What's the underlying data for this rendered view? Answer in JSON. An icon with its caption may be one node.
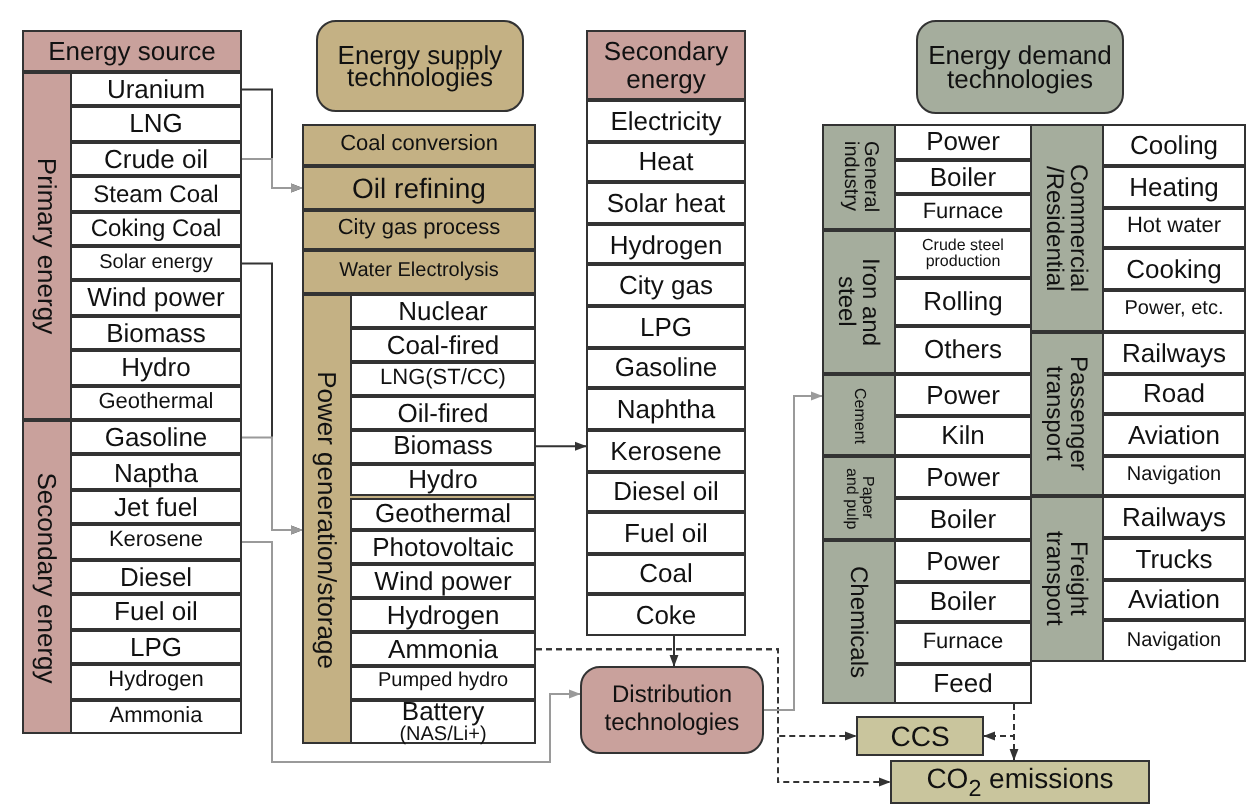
{
  "diagram": {
    "nodes": [
      {
        "text": [
          "Energy source"
        ]
      },
      {
        "text": [
          "Primary energy"
        ]
      },
      {
        "text": [
          "Uranium"
        ],
        "in": 1
      },
      {
        "text": [
          "LNG"
        ],
        "in": 1
      },
      {
        "text": [
          "Crude oil"
        ],
        "in": 1
      },
      {
        "text": [
          "Steam Coal"
        ],
        "in": 1
      },
      {
        "text": [
          "Coking Coal"
        ],
        "in": 1
      },
      {
        "text": [
          "Solar energy"
        ],
        "in": 1
      },
      {
        "text": [
          "Wind power"
        ],
        "in": 1
      },
      {
        "text": [
          "Biomass"
        ],
        "in": 1
      },
      {
        "text": [
          "Hydro"
        ],
        "in": 1
      },
      {
        "text": [
          "Geothermal"
        ],
        "in": 1
      },
      {
        "text": [
          "Secondary energy"
        ]
      },
      {
        "text": [
          "Gasoline"
        ],
        "in": 12
      },
      {
        "text": [
          "Naptha"
        ],
        "in": 12
      },
      {
        "text": [
          "Jet fuel"
        ],
        "in": 12
      },
      {
        "text": [
          "Kerosene"
        ],
        "in": 12
      },
      {
        "text": [
          "Diesel"
        ],
        "in": 12
      },
      {
        "text": [
          "Fuel oil"
        ],
        "in": 12
      },
      {
        "text": [
          "LPG"
        ],
        "in": 12
      },
      {
        "text": [
          "Hydrogen"
        ],
        "in": 12
      },
      {
        "text": [
          "Ammonia"
        ],
        "in": 12
      },
      {
        "text": [
          "Energy supply technologies"
        ]
      },
      {
        "text": [
          "Coal conversion"
        ]
      },
      {
        "text": [
          "Oil refining"
        ]
      },
      {
        "text": [
          "City gas process"
        ]
      },
      {
        "text": [
          "Water Electrolysis"
        ]
      },
      {
        "text": [
          "Power generation/storage"
        ]
      },
      {
        "text": [
          "Nuclear"
        ],
        "in": 27
      },
      {
        "text": [
          "Coal-fired"
        ],
        "in": 27
      },
      {
        "text": [
          "LNG(ST/CC)"
        ],
        "in": 27
      },
      {
        "text": [
          "Oil-fired"
        ],
        "in": 27
      },
      {
        "text": [
          "Biomass"
        ],
        "in": 27
      },
      {
        "text": [
          "Hydro"
        ],
        "in": 27
      },
      {
        "text": [
          "Geothermal"
        ],
        "in": 27
      },
      {
        "text": [
          "Photovoltaic"
        ],
        "in": 27
      },
      {
        "text": [
          "Wind power"
        ],
        "in": 27
      },
      {
        "text": [
          "Hydrogen"
        ],
        "in": 27
      },
      {
        "text": [
          "Ammonia"
        ],
        "in": 27
      },
      {
        "text": [
          "Pumped hydro"
        ],
        "in": 27
      },
      {
        "text": [
          "Battery",
          "(NAS/Li+)"
        ],
        "in": 27
      },
      {
        "text": [
          "Secondary energy"
        ]
      },
      {
        "text": [
          "Electricity"
        ]
      },
      {
        "text": [
          "Heat"
        ]
      },
      {
        "text": [
          "Solar heat"
        ]
      },
      {
        "text": [
          "Hydrogen"
        ]
      },
      {
        "text": [
          "City gas"
        ]
      },
      {
        "text": [
          "LPG"
        ]
      },
      {
        "text": [
          "Gasoline"
        ]
      },
      {
        "text": [
          "Naphtha"
        ]
      },
      {
        "text": [
          "Kerosene"
        ]
      },
      {
        "text": [
          "Diesel oil"
        ]
      },
      {
        "text": [
          "Fuel oil"
        ]
      },
      {
        "text": [
          "Coal"
        ]
      },
      {
        "text": [
          "Coke"
        ]
      },
      {
        "text": [
          "Distribution technologies"
        ]
      },
      {
        "text": [
          "Energy demand technologies"
        ]
      },
      {
        "text": [
          "General industry"
        ]
      },
      {
        "text": [
          "Power"
        ],
        "in": 57
      },
      {
        "text": [
          "Boiler"
        ],
        "in": 57
      },
      {
        "text": [
          "Furnace"
        ],
        "in": 57
      },
      {
        "text": [
          "Iron and steel"
        ]
      },
      {
        "text": [
          "Crude steel production"
        ],
        "in": 61
      },
      {
        "text": [
          "Rolling"
        ],
        "in": 61
      },
      {
        "text": [
          "Others"
        ],
        "in": 61
      },
      {
        "text": [
          "Cement"
        ]
      },
      {
        "text": [
          "Power"
        ],
        "in": 65
      },
      {
        "text": [
          "Kiln"
        ],
        "in": 65
      },
      {
        "text": [
          "Paper and pulp"
        ]
      },
      {
        "text": [
          "Power"
        ],
        "in": 68
      },
      {
        "text": [
          "Boiler"
        ],
        "in": 68
      },
      {
        "text": [
          "Chemicals"
        ]
      },
      {
        "text": [
          "Power"
        ],
        "in": 71
      },
      {
        "text": [
          "Boiler"
        ],
        "in": 71
      },
      {
        "text": [
          "Furnace"
        ],
        "in": 71
      },
      {
        "text": [
          "Feed"
        ],
        "in": 71
      },
      {
        "text": [
          "Commercial /Residential"
        ]
      },
      {
        "text": [
          "Cooling"
        ],
        "in": 76
      },
      {
        "text": [
          "Heating"
        ],
        "in": 76
      },
      {
        "text": [
          "Hot water"
        ],
        "in": 76
      },
      {
        "text": [
          "Cooking"
        ],
        "in": 76
      },
      {
        "text": [
          "Power, etc."
        ],
        "in": 76
      },
      {
        "text": [
          "Passenger transport"
        ]
      },
      {
        "text": [
          "Railways"
        ],
        "in": 82
      },
      {
        "text": [
          "Road"
        ],
        "in": 82
      },
      {
        "text": [
          "Aviation"
        ],
        "in": 82
      },
      {
        "text": [
          "Navigation"
        ],
        "in": 82
      },
      {
        "text": [
          "Freight transport"
        ]
      },
      {
        "text": [
          "Railways"
        ],
        "in": 87
      },
      {
        "text": [
          "Trucks"
        ],
        "in": 87
      },
      {
        "text": [
          "Aviation"
        ],
        "in": 87
      },
      {
        "text": [
          "Navigation"
        ],
        "in": 87
      },
      {
        "text": [
          "CCS"
        ]
      },
      {
        "text": [
          "CO$_{2}$ emissions"
        ]
      }
    ],
    "edges": [
      {
        "from": 2,
        "to": 24,
        "arrow": "to"
      },
      {
        "from": 4,
        "to": 24,
        "arrow": "to",
        "color": "#9a9a9a"
      },
      {
        "from": 7,
        "to": 27,
        "arrow": "to"
      },
      {
        "from": 13,
        "to": 27,
        "arrow": "to",
        "color": "#9a9a9a"
      },
      {
        "from": 16,
        "to": 55,
        "arrow": "to",
        "color": "#9a9a9a"
      },
      {
        "from": 32,
        "to": 50,
        "arrow": "to"
      },
      {
        "from": 54,
        "to": 55,
        "arrow": "to"
      },
      {
        "from": 38,
        "to": 92,
        "arrow": "to",
        "style": "dashed"
      },
      {
        "from": 38,
        "to": 93,
        "arrow": "to",
        "style": "dashed"
      },
      {
        "from": 55,
        "to": 65,
        "arrow": "to",
        "color": "#9a9a9a"
      },
      {
        "from": 75,
        "to": 92,
        "arrow": "to",
        "style": "dashed"
      },
      {
        "from": 75,
        "to": 93,
        "arrow": "to",
        "style": "dashed"
      }
    ]
  }
}
